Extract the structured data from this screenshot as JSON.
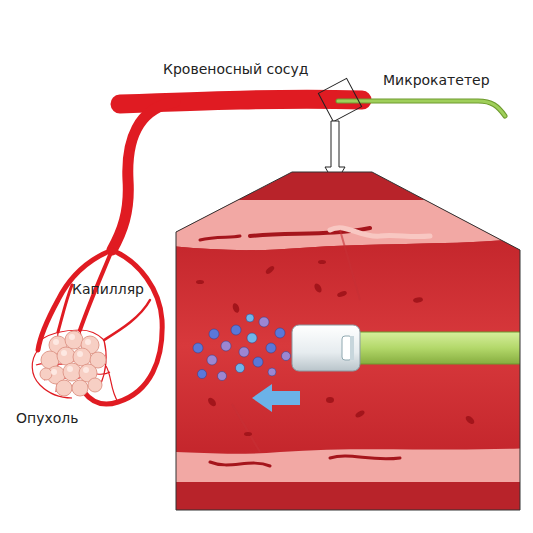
{
  "diagram": {
    "labels": [
      "Кровеносный сосуд",
      "Микрокатетер",
      "Капилляр",
      "Опухоль"
    ]
  }
}
